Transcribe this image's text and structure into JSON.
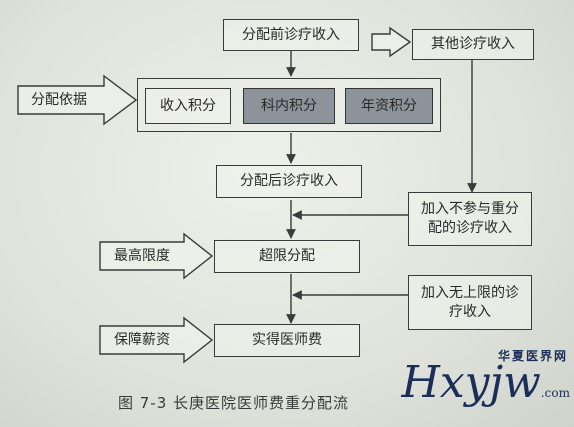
{
  "nodes": {
    "pre_income": "分配前诊疗收入",
    "other_income": "其他诊疗收入",
    "basis": "分配依据",
    "income_points": "收入积分",
    "dept_points": "科内积分",
    "seniority_points": "年资积分",
    "post_income": "分配后诊疗收入",
    "add_excluded": "加入不参与重分配的诊疗收入",
    "max_limit": "最高限度",
    "over_limit": "超限分配",
    "add_unlimited": "加入无上限的诊疗收入",
    "guarantee": "保障薪资",
    "actual_fee": "实得医师费"
  },
  "caption": "图 7-3   长庚医院医师费重分配流",
  "watermark": {
    "site": "华夏医界网",
    "logo": "Hxyjw",
    "suffix": ".com"
  },
  "colors": {
    "line": "#3b3b3b",
    "dark_box": "#8d939b",
    "watermark": "#1b2e57"
  }
}
